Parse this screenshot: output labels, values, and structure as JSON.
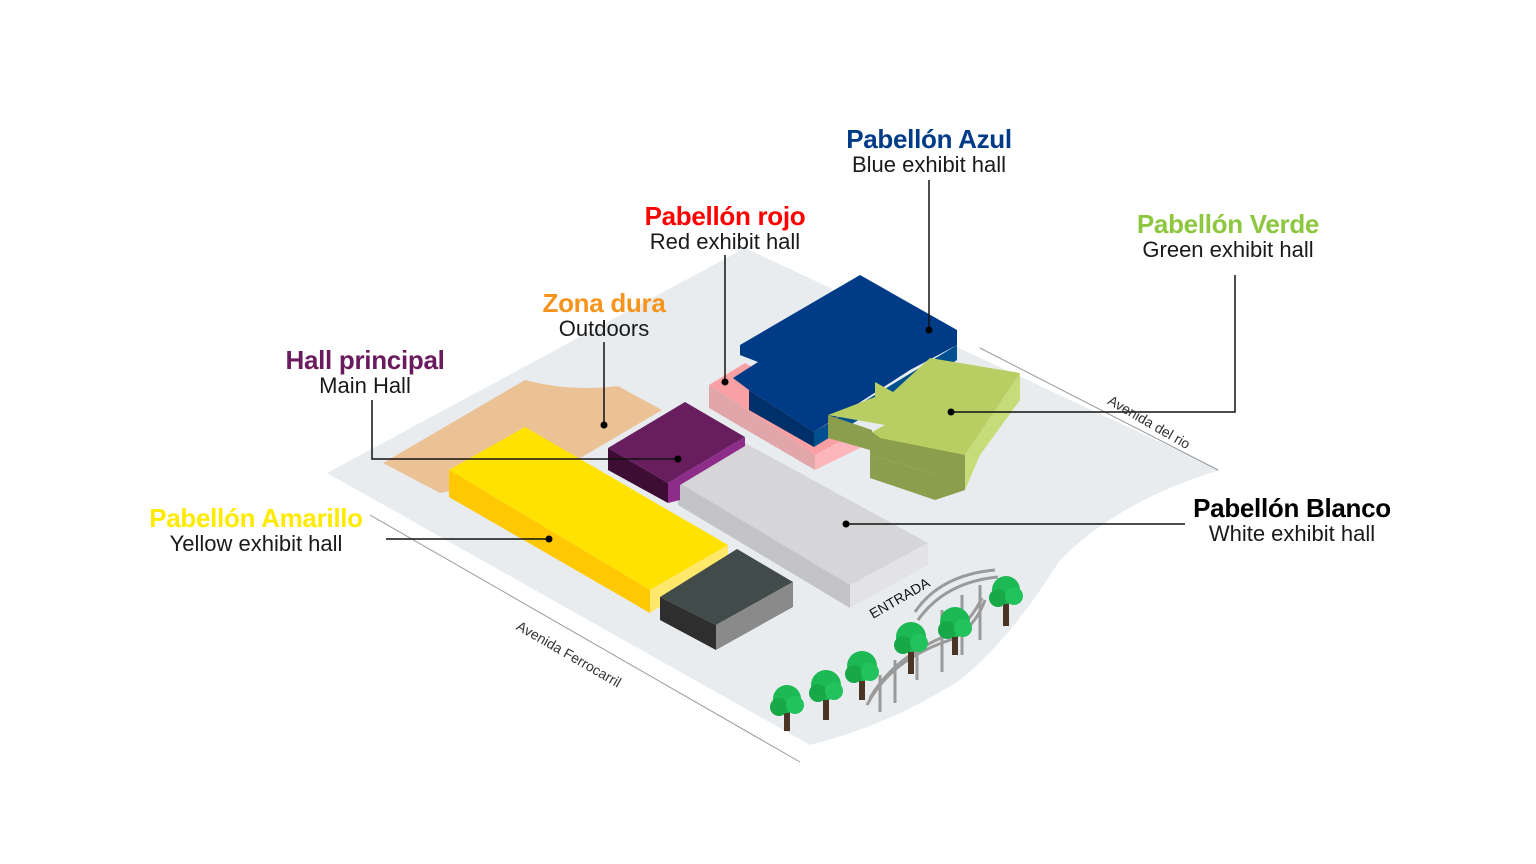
{
  "halls": {
    "azul": {
      "title": "Pabellón Azul",
      "subtitle": "Blue exhibit hall",
      "color": "#003B87"
    },
    "rojo": {
      "title": "Pabellón rojo",
      "subtitle": "Red exhibit hall",
      "color": "#FF0000"
    },
    "verde": {
      "title": "Pabellón Verde",
      "subtitle": "Green exhibit hall",
      "color": "#8DC63F"
    },
    "zona": {
      "title": "Zona dura",
      "subtitle": "Outdoors",
      "color": "#F7941D"
    },
    "hall": {
      "title": "Hall principal",
      "subtitle": "Main Hall",
      "color": "#6A1B5E"
    },
    "amarillo": {
      "title": "Pabellón Amarillo",
      "subtitle": "Yellow exhibit hall",
      "color": "#FFEB00"
    },
    "blanco": {
      "title": "Pabellón Blanco",
      "subtitle": "White exhibit hall",
      "color": "#000000"
    }
  },
  "streets": {
    "ferrocarril": "Avenida Ferrocarril",
    "rio": "Avenida del rio"
  },
  "entrance": "ENTRADA"
}
